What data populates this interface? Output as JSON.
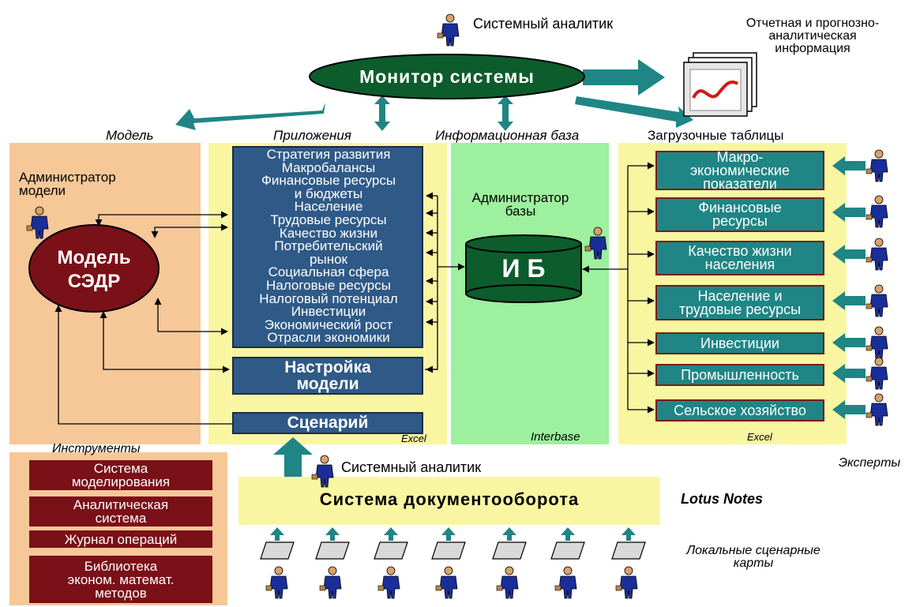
{
  "colors": {
    "model_panel": "#f6c898",
    "apps_panel": "#f9f6a2",
    "infobase_panel": "#9df09d",
    "tables_panel": "#f9f6a2",
    "tools_panel": "#f6c898",
    "docflow_panel": "#f9f6a2",
    "blue_box": "#2f5a87",
    "teal": "#1f8585",
    "dark_red": "#7a1018",
    "oval_green": "#0c5c2c"
  },
  "top": {
    "analyst_label": "Системный аналитик",
    "monitor_label": "Монитор системы",
    "report_label": "Отчетная и прогнозно-\nаналитическая\nинформация"
  },
  "sections": {
    "model": "Модель",
    "apps": "Приложения",
    "infobase": "Информационная база",
    "tables": "Загрузочные таблицы"
  },
  "model": {
    "admin_label": "Администратор\nмодели",
    "oval_label": "Модель\nСЭДР"
  },
  "apps": {
    "items": [
      "Стратегия развития",
      "Макробалансы",
      "Финансовые ресурсы",
      "и бюджеты",
      "Население",
      "Трудовые ресурсы",
      "Качество жизни",
      "Потребительский",
      "рынок",
      "Социальная сфера",
      "Налоговые ресурсы",
      "Налоговый потенциал",
      "Инвестиции",
      "Экономический рост",
      "Отрасли экономики"
    ],
    "settings_label": "Настройка\nмодели",
    "scenario_label": "Сценарий",
    "excel_label": "Excel"
  },
  "infobase": {
    "admin_label": "Администратор\nбазы",
    "db_label": "И Б",
    "interbase_label": "Interbase"
  },
  "tables": {
    "items": [
      "Макро-\nэкономические\nпоказатели",
      "Финансовые\nресурсы",
      "Качество жизни\nнаселения",
      "Население и\nтрудовые ресурсы",
      "Инвестиции",
      "Промышленность",
      "Сельское хозяйство"
    ],
    "excel_label": "Excel",
    "experts_label": "Эксперты"
  },
  "tools": {
    "title": "Инструменты",
    "items": [
      "Система\nмоделирования",
      "Аналитическая\nсистема",
      "Журнал операций",
      "Библиотека\nэконом. математ.\nметодов"
    ]
  },
  "docflow": {
    "analyst_label": "Системный аналитик",
    "label": "Система документооборота",
    "lotus_label": "Lotus Notes",
    "local_cards_label": "Локальные сценарные\nкарты"
  }
}
